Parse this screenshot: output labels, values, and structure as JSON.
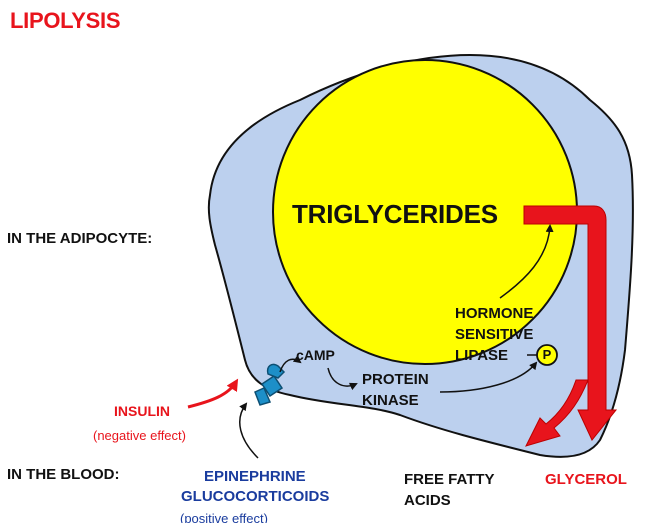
{
  "title": "LIPOLYSIS",
  "labels": {
    "adipocyte": "IN THE ADIPOCYTE:",
    "blood": "IN THE BLOOD:"
  },
  "cell": {
    "droplet_label": "TRIGLYCERIDES",
    "camp": "cAMP",
    "protein_kinase": [
      "PROTEIN",
      "KINASE"
    ],
    "hsl": [
      "HORMONE",
      "SENSITIVE",
      "LIPASE"
    ],
    "phosphate": "P"
  },
  "blood": {
    "insulin": "INSULIN",
    "insulin_note": "(negative effect)",
    "epinephrine": "EPINEPHRINE",
    "glucocorticoids": "GLUCOCORTICOIDS",
    "stimulator_note": "(positive effect)",
    "free_fatty_acids": [
      "FREE FATTY",
      "ACIDS"
    ],
    "glycerol": "GLYCEROL"
  },
  "colors": {
    "title_red": "#e8141c",
    "cell_fill": "#bcd0ee",
    "droplet_fill": "#ffff00",
    "arrow_red": "#e8141c",
    "stimulator_blue": "#1a3c9e",
    "receptor_teal": "#1d8fc8"
  }
}
